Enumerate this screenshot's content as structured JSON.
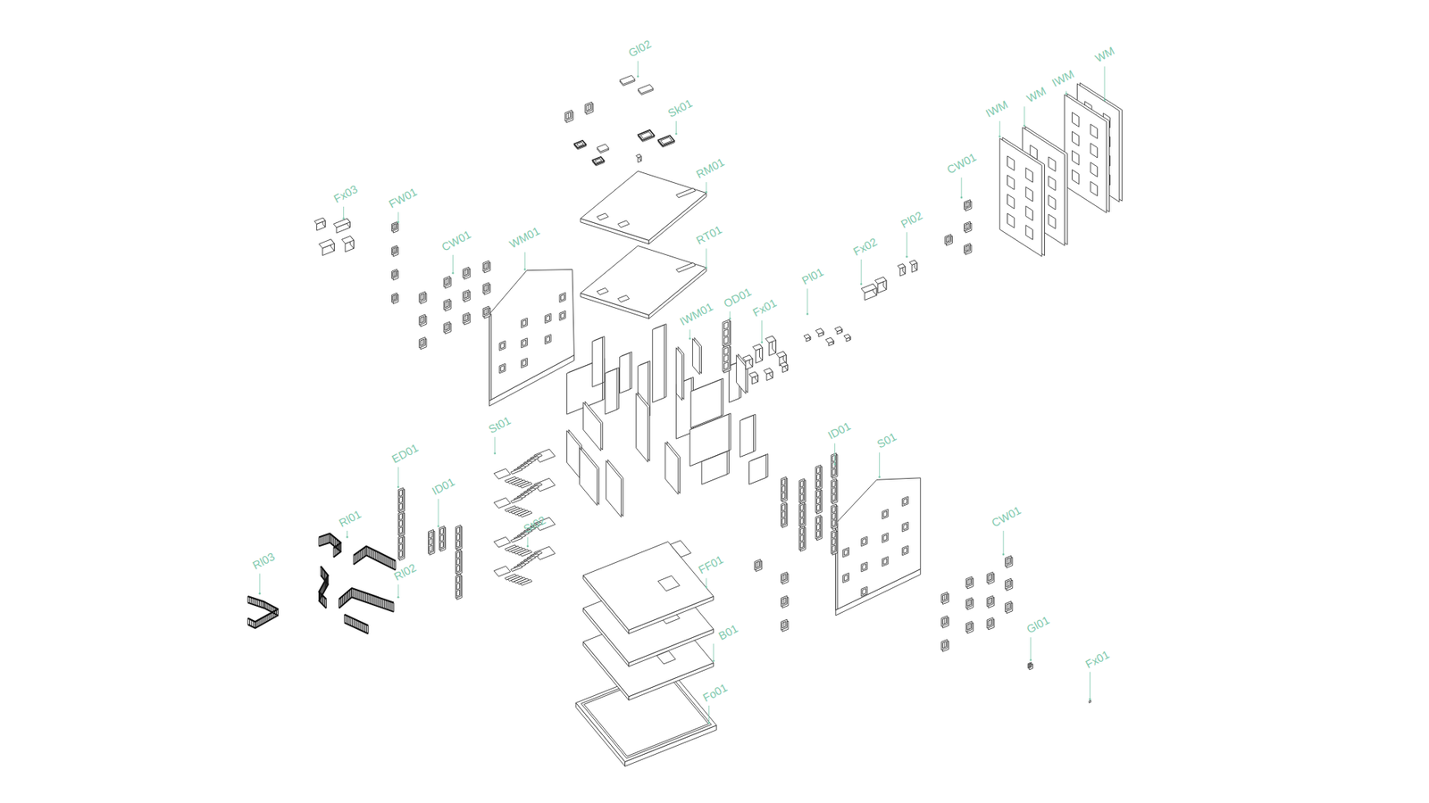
{
  "diagram": {
    "labels": [
      "Gl02",
      "Sk01",
      "RM01",
      "RT01",
      "Fx03",
      "FW01",
      "CW01",
      "WM01",
      "IWM",
      "WM",
      "IWM",
      "WM",
      "CW01",
      "Pl02",
      "Fx02",
      "Pl01",
      "IWM01",
      "OD01",
      "Fx01",
      "ID01",
      "S01",
      "St01",
      "ED01",
      "ID01",
      "Rl01",
      "St02",
      "CW01",
      "Rl03",
      "Rl02",
      "FF01",
      "B01",
      "Gl01",
      "Fx01",
      "Fo01"
    ]
  }
}
